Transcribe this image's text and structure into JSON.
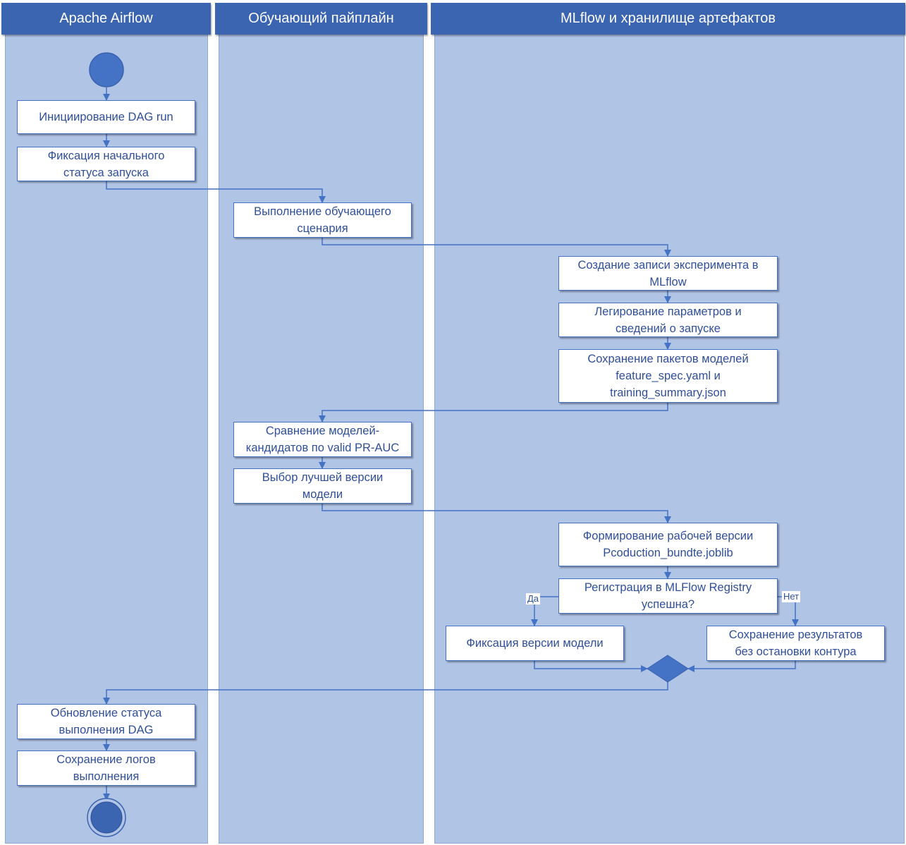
{
  "colors": {
    "lane_fill": "#b0c4e6",
    "header_fill": "#3c65b1",
    "node_text": "#2f4f9a",
    "flow": "#4472c4"
  },
  "lanes": [
    {
      "title": "Apache Airflow"
    },
    {
      "title": "Обучающий пайплайн"
    },
    {
      "title": "MLflow и хранилище артефактов"
    }
  ],
  "nodes": {
    "init_dag": "Инициирование DAG run",
    "fix_status": "Фиксация начального\nстатуса запуска",
    "run_training": "Выполнение обучающего\nсценария",
    "create_experiment": "Создание записи эксперимента в\nMLflow",
    "log_params": "Легирование параметров и\nсведений о запуске",
    "save_packages": "Сохранение пакетов моделей\nfeature_spec.yaml и\ntraining_summary.json",
    "compare_models": "Сравнение моделей-\nкандидатов по valid PR-AUC",
    "select_best": "Выбор лучшей версии\nмодели",
    "build_prod": "Формирование рабочей версии\nPcoduction_bundte.joblib",
    "registry_check": "Регистрация в MLFlow Registry\nуспешна?",
    "fix_version": "Фиксация версии модели",
    "save_results": "Сохранение результатов\nбез остановки контура",
    "update_status": "Обновление статуса\nвыполнения DAG",
    "save_logs": "Сохранение логов\nвыполнения"
  },
  "branch_labels": {
    "yes": "Да",
    "no": "Нет"
  },
  "start_node": "start-circle",
  "end_node": "end-circle"
}
